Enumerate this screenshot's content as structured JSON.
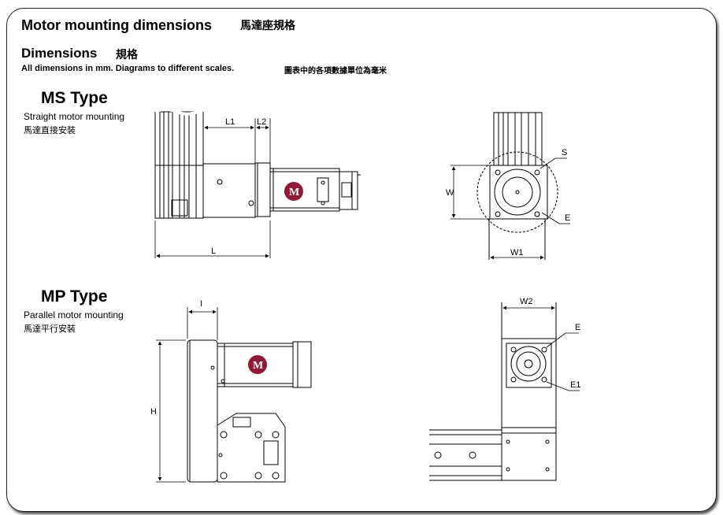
{
  "header": {
    "title": "Motor mounting dimensions",
    "title_cn": "馬達座規格",
    "dimensions_label": "Dimensions",
    "dimensions_cn": "規格",
    "note": "All dimensions in mm. Diagrams to different scales.",
    "note_cn": "圖表中的各項數據單位為毫米"
  },
  "ms": {
    "title": "MS Type",
    "subtitle": "Straight motor mounting",
    "subtitle_cn": "馬達直接安裝",
    "dims": {
      "l1": "L1",
      "l2": "L2",
      "l": "L",
      "w": "W",
      "w1": "W1",
      "s": "S",
      "e": "E"
    }
  },
  "mp": {
    "title": "MP Type",
    "subtitle": "Parallel motor mounting",
    "subtitle_cn": "馬達平行安裝",
    "dims": {
      "i": "I",
      "h": "H",
      "w2": "W2",
      "e": "E",
      "e1": "E1"
    }
  },
  "motor_logo": "M",
  "colors": {
    "logo": "#8e1b35",
    "line": "#000000",
    "frame_border": "#222222"
  }
}
